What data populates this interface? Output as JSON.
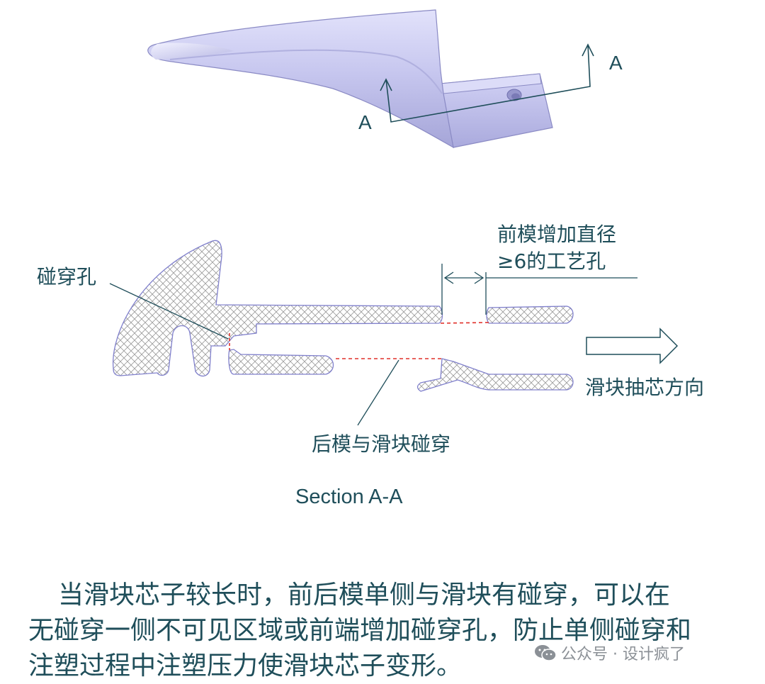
{
  "part_view": {
    "section_marker_left": "A",
    "section_marker_right": "A"
  },
  "section": {
    "label_hole": "碰穿孔",
    "label_process_hole_line1": "前模增加直径",
    "label_process_hole_line2": "≥6的工艺孔",
    "label_rear_mold": "后模与滑块碰穿",
    "label_direction": "滑块抽芯方向",
    "title": "Section A-A"
  },
  "description": {
    "line1": "当滑块芯子较长时，前后模单侧与滑块有碰穿，可以在",
    "line2": "无碰穿一侧不可见区域或前端增加碰穿孔，防止单侧碰穿和",
    "line3": "注塑过程中注塑压力使滑块芯子变形。"
  },
  "watermark": {
    "text": "公众号 · 设计疯了",
    "icon": "wechat-icon"
  },
  "colors": {
    "part_fill": "#c9c9ee",
    "outline": "#8080cc",
    "text": "#1f4e5a",
    "dashed": "#e0302a"
  }
}
